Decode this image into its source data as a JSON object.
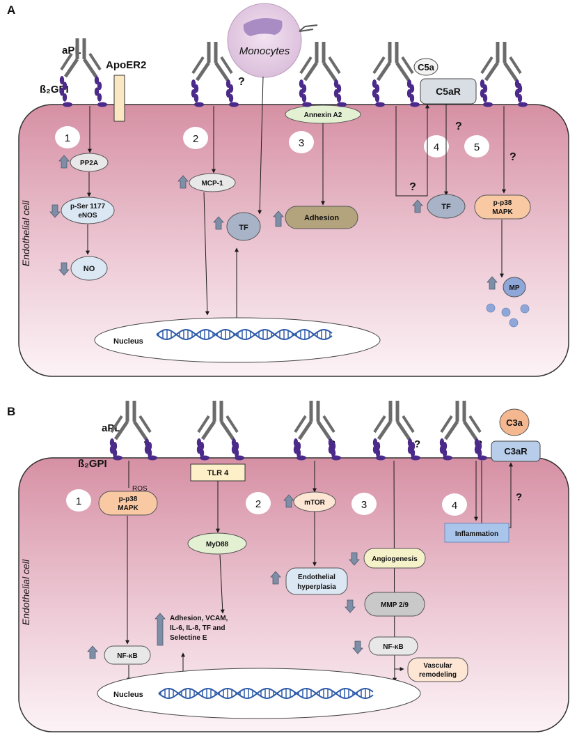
{
  "colors": {
    "cell_top": "#d58fa3",
    "cell_bottom": "#fbf1f5",
    "antibody": "#6b6b6b",
    "beta2gpi": "#4b2a8a",
    "up_down_arrow": "#7d8ea6",
    "grey_node": "#e8e8e8",
    "blue_node": "#dce7f4",
    "green_node": "#e3f0d2",
    "orange_node": "#f9c9a4",
    "olive_node": "#b3a47d",
    "slate_node": "#a8b3c7",
    "mp_node": "#8ea6d8",
    "dna": "#2d5aa8"
  },
  "panel_a": {
    "letter": "A",
    "cell_label": "Endothelial cell",
    "apl": "aPL",
    "b2gpi": "ß₂GPI",
    "apoer2": "ApoER2",
    "monocytes": "Monocytes",
    "c5a": "C5a",
    "c5ar": "C5aR",
    "annexin": "Annexin A2",
    "nums": [
      "1",
      "2",
      "3",
      "4",
      "5"
    ],
    "pp2a": "PP2A",
    "enos_line1": "p-Ser 1177",
    "enos_line2": "eNOS",
    "no": "NO",
    "mcp1": "MCP-1",
    "tf": "TF",
    "adhesion": "Adhesion",
    "pp38_line1": "p-p38",
    "pp38_line2": "MAPK",
    "mp": "MP",
    "nucleus": "Nucleus",
    "q": "?"
  },
  "panel_b": {
    "letter": "B",
    "cell_label": "Endothelial cell",
    "apl": "aPL",
    "b2gpi": "ß₂GPI",
    "tlr4": "TLR 4",
    "c3a": "C3a",
    "c3ar": "C3aR",
    "ros": "ROS",
    "nums": [
      "1",
      "2",
      "3",
      "4"
    ],
    "pp38_line1": "p-p38",
    "pp38_line2": "MAPK",
    "myd88": "MyD88",
    "mtor": "mTOR",
    "hyper_line1": "Endothelial",
    "hyper_line2": "hyperplasia",
    "inflammation": "Inflammation",
    "angiogenesis": "Angiogenesis",
    "mmp": "MMP 2/9",
    "nfkb": "NF-κB",
    "vasc_line1": "Vascular",
    "vasc_line2": "remodeling",
    "adh_line1": "Adhesion, VCAM,",
    "adh_line2": "IL-6, IL-8, TF and",
    "adh_line3": "Selectine E",
    "nucleus": "Nucleus",
    "q": "?"
  }
}
